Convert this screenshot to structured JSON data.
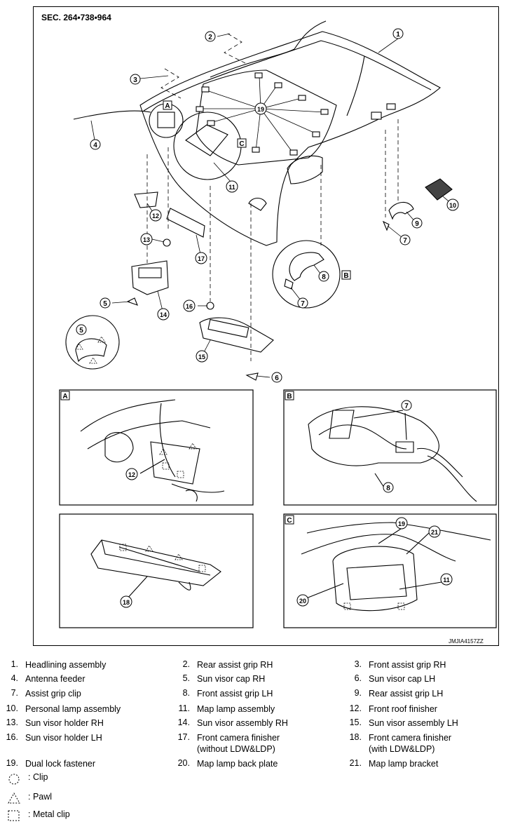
{
  "diagram": {
    "section_label": "SEC. 264•738•964",
    "image_code": "JMJIA4157ZZ",
    "callouts": [
      "1",
      "2",
      "3",
      "4",
      "5",
      "6",
      "7",
      "8",
      "9",
      "10",
      "11",
      "12",
      "13",
      "14",
      "15",
      "16",
      "17",
      "18",
      "19",
      "20",
      "21"
    ],
    "detail_letters": [
      "A",
      "B",
      "C"
    ]
  },
  "legend": {
    "items": [
      {
        "num": "1.",
        "text": "Headlining assembly"
      },
      {
        "num": "2.",
        "text": "Rear assist grip RH"
      },
      {
        "num": "3.",
        "text": "Front assist grip RH"
      },
      {
        "num": "4.",
        "text": "Antenna feeder"
      },
      {
        "num": "5.",
        "text": "Sun visor cap RH"
      },
      {
        "num": "6.",
        "text": "Sun visor cap LH"
      },
      {
        "num": "7.",
        "text": "Assist grip clip"
      },
      {
        "num": "8.",
        "text": "Front assist grip LH"
      },
      {
        "num": "9.",
        "text": "Rear assist grip LH"
      },
      {
        "num": "10.",
        "text": "Personal lamp assembly"
      },
      {
        "num": "11.",
        "text": "Map lamp assembly"
      },
      {
        "num": "12.",
        "text": "Front roof finisher"
      },
      {
        "num": "13.",
        "text": "Sun visor holder RH"
      },
      {
        "num": "14.",
        "text": "Sun visor assembly RH"
      },
      {
        "num": "15.",
        "text": "Sun visor assembly LH"
      },
      {
        "num": "16.",
        "text": "Sun visor holder LH"
      },
      {
        "num": "17.",
        "text": "Front camera finisher\n(without LDW&LDP)"
      },
      {
        "num": "18.",
        "text": "Front camera finisher\n(with LDW&LDP)"
      },
      {
        "num": "19.",
        "text": "Dual lock fastener"
      },
      {
        "num": "20.",
        "text": "Map lamp back plate"
      },
      {
        "num": "21.",
        "text": "Map lamp bracket"
      }
    ],
    "symbols": [
      {
        "icon": "clip-icon",
        "label": ": Clip"
      },
      {
        "icon": "pawl-icon",
        "label": ": Pawl"
      },
      {
        "icon": "metal-clip-icon",
        "label": ": Metal clip"
      }
    ]
  }
}
